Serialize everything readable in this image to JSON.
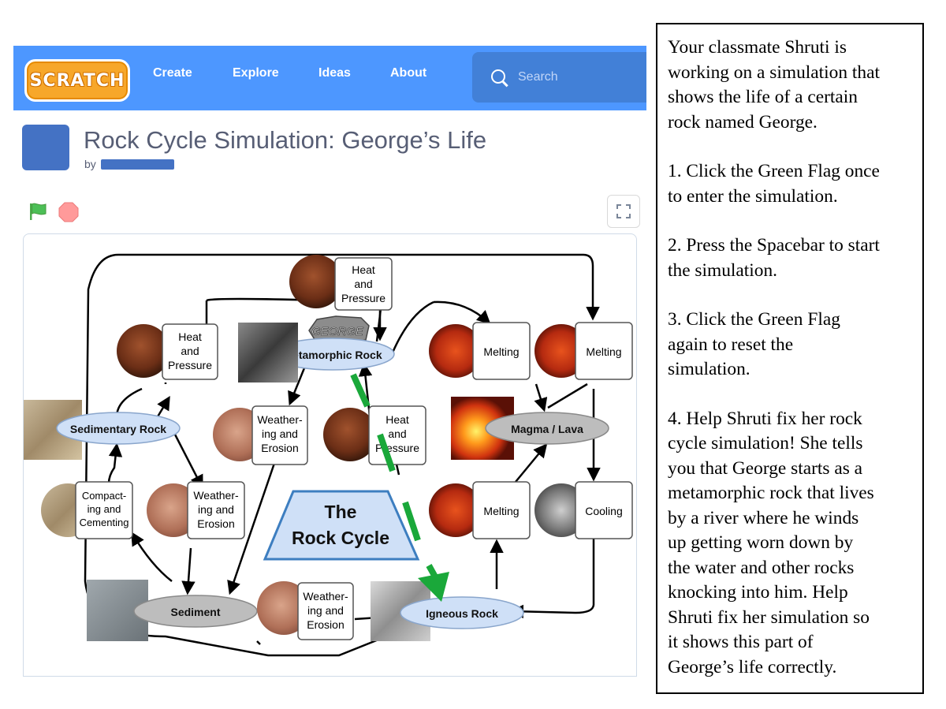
{
  "nav": {
    "logo": "SCRATCH",
    "items": [
      "Create",
      "Explore",
      "Ideas",
      "About"
    ],
    "search_placeholder": "Search"
  },
  "project": {
    "title": "Rock Cycle Simulation: George’s Life",
    "by": "by"
  },
  "diagram": {
    "title_line1": "The",
    "title_line2": "Rock Cycle",
    "character": "GEORGE",
    "rocks": {
      "metamorphic": "Metamorphic Rock",
      "sedimentary": "Sedimentary Rock",
      "magma": "Magma / Lava",
      "sediment": "Sediment",
      "igneous": "Igneous Rock"
    },
    "processes": {
      "heat_top": [
        "Heat",
        "and",
        "Pressure"
      ],
      "heat_left": [
        "Heat",
        "and",
        "Pressure"
      ],
      "heat_center": [
        "Heat",
        "and",
        "Pressure"
      ],
      "melting_1": [
        "Melting"
      ],
      "melting_2": [
        "Melting"
      ],
      "melting_3": [
        "Melting"
      ],
      "cooling": [
        "Cooling"
      ],
      "weathering_center": [
        "Weather-",
        "ing and",
        "Erosion"
      ],
      "weathering_left": [
        "Weather-",
        "ing and",
        "Erosion"
      ],
      "weathering_bottom": [
        "Weather-",
        "ing and",
        "Erosion"
      ],
      "compacting": [
        "Compact-",
        "ing and",
        "Cementing"
      ]
    }
  },
  "instructions": [
    [
      "Your classmate Shruti is",
      "working on a simulation that",
      "shows the life of a certain",
      "rock named George."
    ],
    [
      "1. Click the Green Flag once",
      "to enter the simulation."
    ],
    [
      "2. Press the Spacebar to start",
      "the simulation."
    ],
    [
      "3. Click the Green Flag",
      "again to reset the",
      "simulation."
    ],
    [
      "4. Help Shruti fix her rock",
      "cycle simulation! She tells",
      "you that George starts as a",
      "metamorphic rock that lives",
      "by a river where he winds",
      "up getting worn down by",
      "the water and other rocks",
      "knocking into him. Help",
      "Shruti fix her simulation so",
      "it shows this part of",
      "George’s life correctly."
    ]
  ]
}
